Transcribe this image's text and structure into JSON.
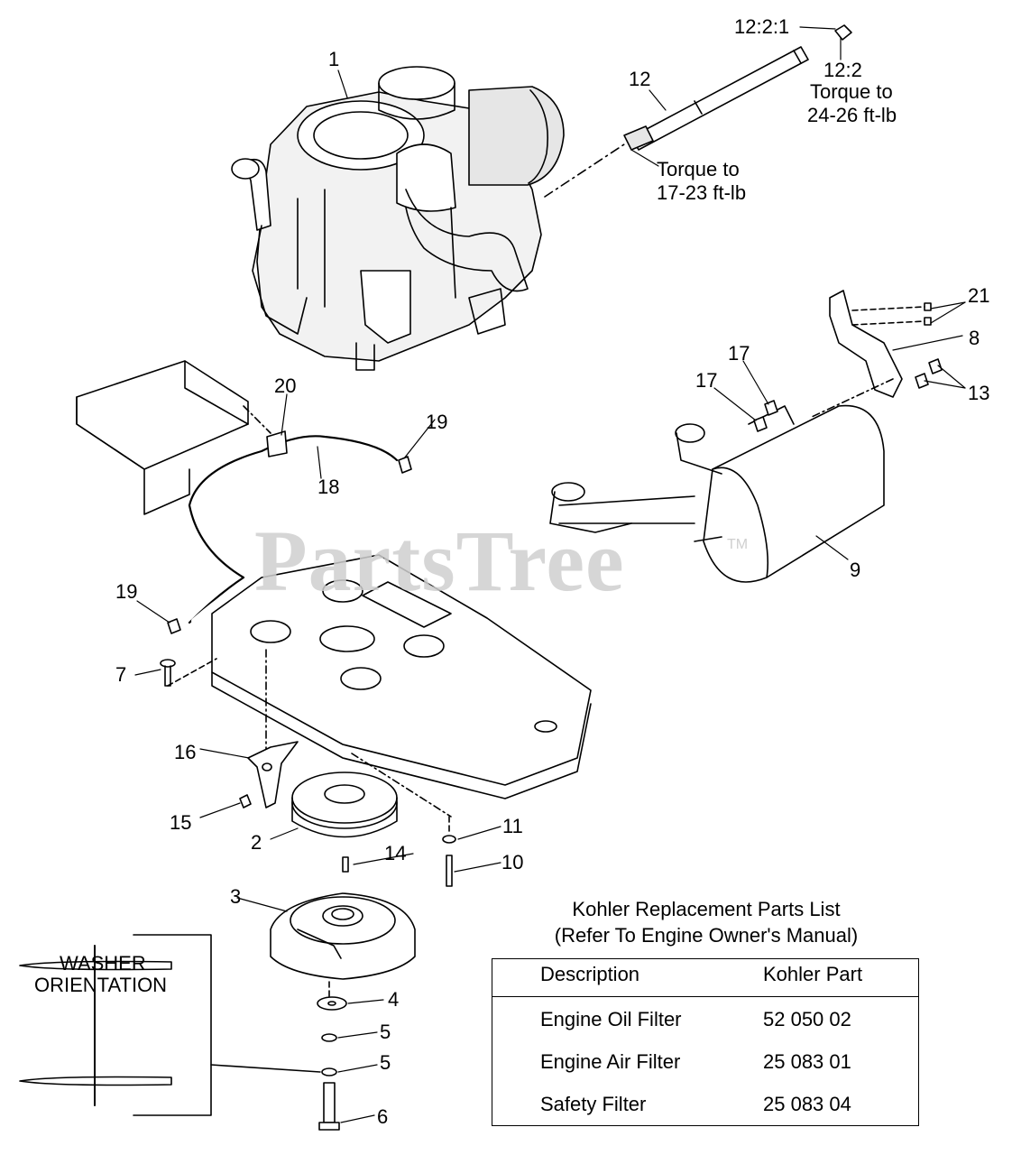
{
  "watermark": {
    "text": "PartsTree",
    "tm": "TM"
  },
  "callouts": {
    "c1": "1",
    "c2": "2",
    "c3": "3",
    "c4": "4",
    "c5a": "5",
    "c5b": "5",
    "c6": "6",
    "c7": "7",
    "c8": "8",
    "c9": "9",
    "c10": "10",
    "c11": "11",
    "c12": "12",
    "c12_2_1": "12:2:1",
    "c12_2": "12:2",
    "c13": "13",
    "c14": "14",
    "c15": "15",
    "c16": "16",
    "c17a": "17",
    "c17b": "17",
    "c18": "18",
    "c19a": "19",
    "c19b": "19",
    "c20": "20",
    "c21": "21"
  },
  "notes": {
    "torque_a_line1": "Torque to",
    "torque_a_line2": "24-26 ft-lb",
    "torque_b_line1": "Torque to",
    "torque_b_line2": "17-23 ft-lb"
  },
  "washer": {
    "line1": "WASHER",
    "line2": "ORIENTATION"
  },
  "parts_table": {
    "title_line1": "Kohler Replacement Parts List",
    "title_line2": "(Refer To Engine Owner's Manual)",
    "headers": {
      "description": "Description",
      "part": "Kohler Part"
    },
    "rows": [
      {
        "description": "Engine Oil Filter",
        "part": "52 050 02"
      },
      {
        "description": "Engine Air Filter",
        "part": "25 083 01"
      },
      {
        "description": "Safety Filter",
        "part": "25 083 04"
      }
    ]
  }
}
